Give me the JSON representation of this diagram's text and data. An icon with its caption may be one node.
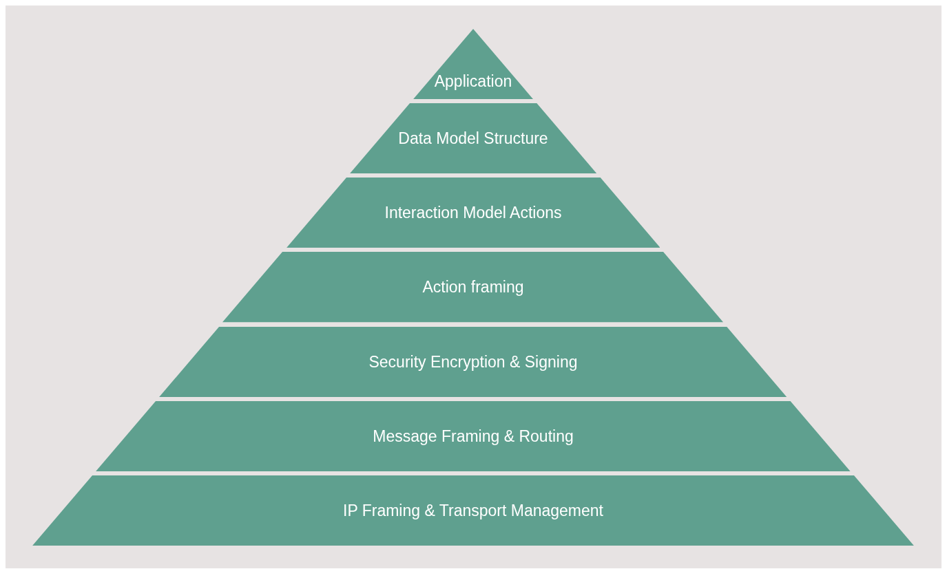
{
  "diagram": {
    "nodes": [
      {
        "text": [
          "Application"
        ]
      },
      {
        "text": [
          "Data Model Structure"
        ]
      },
      {
        "text": [
          "Interaction Model Actions"
        ]
      },
      {
        "text": [
          "Action framing"
        ]
      },
      {
        "text": [
          "Security Encryption & Signing"
        ]
      },
      {
        "text": [
          "Message Framing & Routing"
        ]
      },
      {
        "text": [
          "IP Framing & Transport Management"
        ]
      }
    ]
  }
}
